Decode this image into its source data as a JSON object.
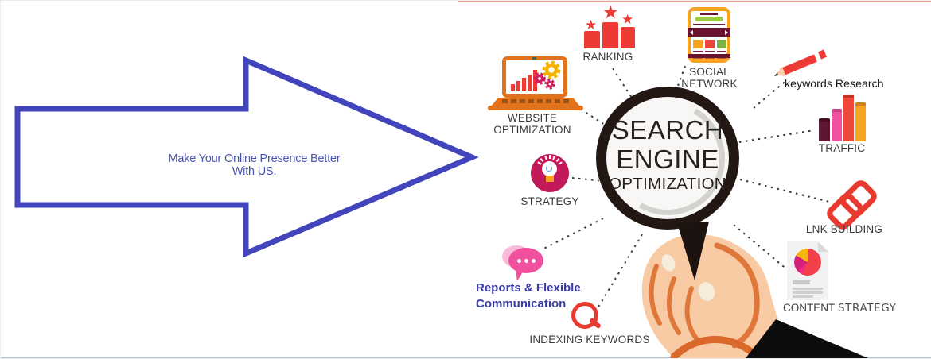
{
  "banner": {
    "message": "Make Your Online Presence Better With US."
  },
  "center": {
    "line1": "SEARCH",
    "line2": "ENGINE",
    "line3": "OPTIMIZATION"
  },
  "nodes": {
    "website_optimization": {
      "label": "WEBSITE OPTIMIZATION"
    },
    "ranking": {
      "label": "RANKING"
    },
    "social_network": {
      "label": "SOCIAL NETWORK"
    },
    "keywords_research": {
      "label": "keywords Research"
    },
    "traffic": {
      "label": "TRAFFIC"
    },
    "link_building": {
      "label": "LNK BUILDING"
    },
    "content_strategy": {
      "word1": "CONTENT",
      "word2": "STRATEGY"
    },
    "strategy": {
      "label": "STRATEGY"
    },
    "reports": {
      "line1": "Reports & Flexible",
      "line2": "Communication"
    },
    "indexing_keywords": {
      "label": "INDEXING KEYWORDS"
    }
  },
  "icons": {
    "ranking_star": "★"
  },
  "colors": {
    "arrow_blue": "#4244bc",
    "red": "#ee3a34",
    "orange": "#f6a41f",
    "laptop_orange": "#e2731c",
    "maroon": "#6b1430",
    "pink": "#f0509e",
    "raspberry": "#c2195b",
    "reports_text_blue": "#3a3da6",
    "skin": "#f8cba4",
    "label_dark": "#3b3b3b"
  }
}
